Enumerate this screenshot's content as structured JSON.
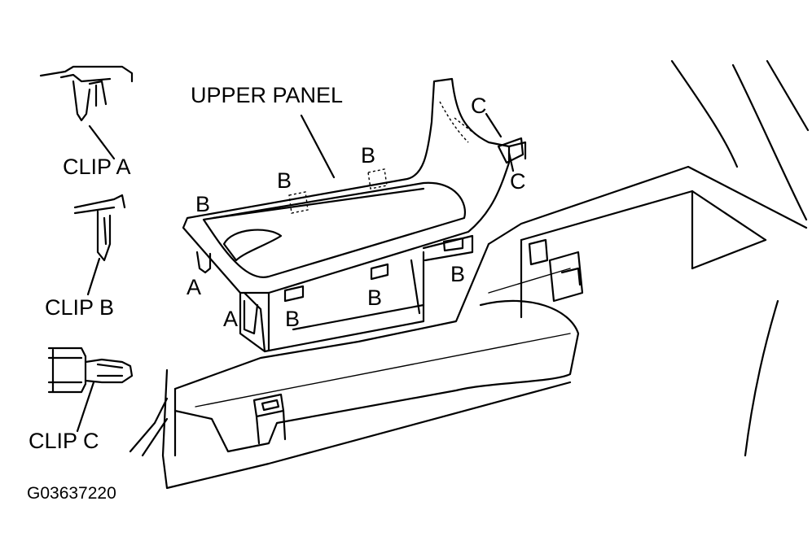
{
  "diagram": {
    "panel_label": "UPPER PANEL",
    "clips": {
      "a": "CLIP A",
      "b": "CLIP B",
      "c": "CLIP C"
    },
    "callouts": {
      "a": "A",
      "b": "B",
      "c": "C"
    },
    "figure_code": "G03637220"
  }
}
